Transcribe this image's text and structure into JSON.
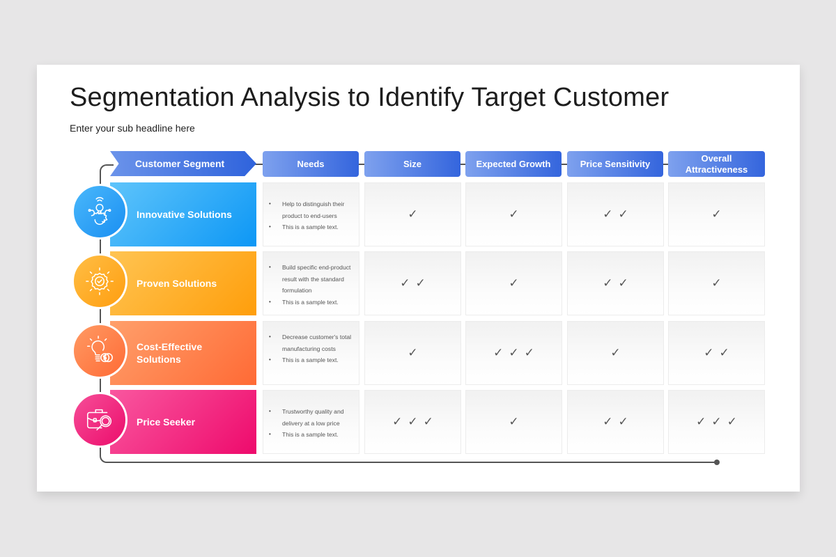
{
  "title": "Segmentation Analysis to Identify Target Customer",
  "subtitle": "Enter your sub headline here",
  "headers": {
    "segment": "Customer Segment",
    "columns": [
      "Needs",
      "Size",
      "Expected Growth",
      "Price Sensitivity",
      "Overall Attractiveness"
    ]
  },
  "colors": {
    "header_blue": "#3465dd",
    "innovative": "#0d97f5",
    "proven": "#ff9e0b",
    "cost_effective": "#ff6a35",
    "price_seeker": "#ee0a6c",
    "check": "#555555"
  },
  "rows": [
    {
      "segment": "Innovative Solutions",
      "icon": "lightbulb-gear-icon",
      "needs": [
        "Help to distinguish their product to end-users",
        "This is a sample text."
      ],
      "size": "✓",
      "growth": "✓",
      "price_sensitivity": "✓✓",
      "attractiveness": "✓"
    },
    {
      "segment": "Proven Solutions",
      "icon": "verified-badge-icon",
      "needs": [
        "Build specific end-product result with the standard formulation",
        "This is a sample text."
      ],
      "size": "✓✓",
      "growth": "✓",
      "price_sensitivity": "✓✓",
      "attractiveness": "✓"
    },
    {
      "segment": "Cost-Effective Solutions",
      "icon": "lightbulb-coins-icon",
      "needs": [
        "Decrease customer's total manufacturing costs",
        "This is a sample text."
      ],
      "size": "✓",
      "growth": "✓✓✓",
      "price_sensitivity": "✓",
      "attractiveness": "✓✓"
    },
    {
      "segment": "Price Seeker",
      "icon": "briefcase-search-icon",
      "needs": [
        "Trustworthy quality and delivery at a low price",
        "This is a sample text."
      ],
      "size": "✓✓✓",
      "growth": "✓",
      "price_sensitivity": "✓✓",
      "attractiveness": "✓✓✓"
    }
  ]
}
